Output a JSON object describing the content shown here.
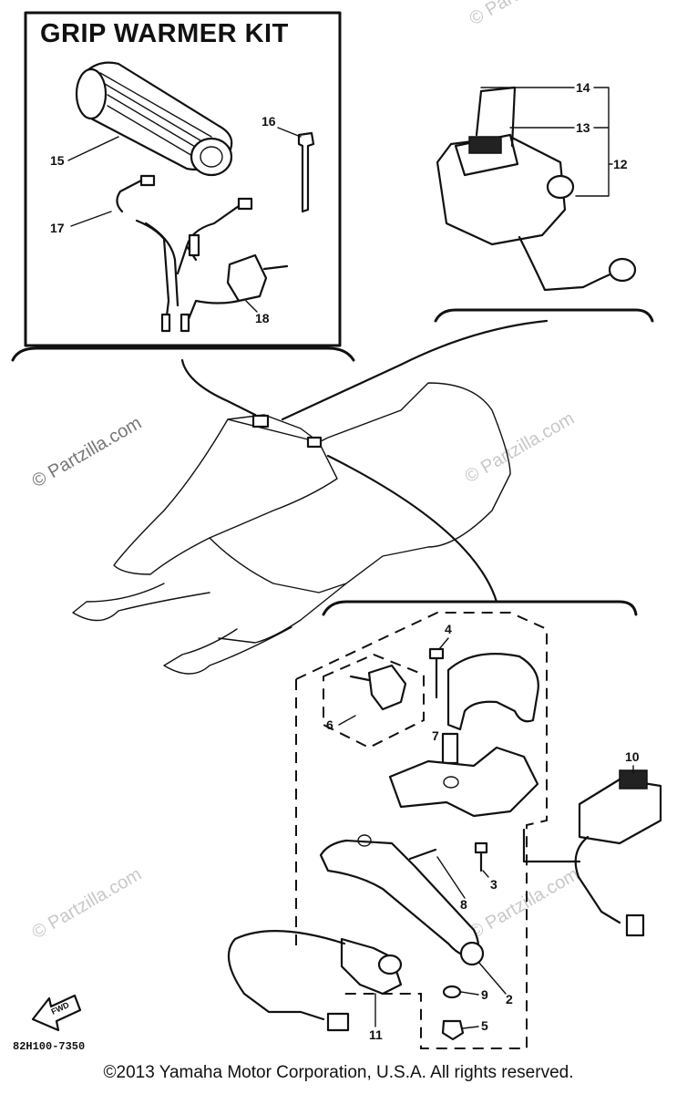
{
  "kit_title": "GRIP WARMER KIT",
  "diagram_code": "82H100-7350",
  "forward_label": "FWD",
  "copyright": "©2013 Yamaha Motor Corporation, U.S.A. All rights reserved.",
  "watermark": "© Partzilla.com",
  "callouts": {
    "c2": "2",
    "c3": "3",
    "c4": "4",
    "c5": "5",
    "c6": "6",
    "c7": "7",
    "c8": "8",
    "c9": "9",
    "c10": "10",
    "c11": "11",
    "c12": "12",
    "c13": "13",
    "c14": "14",
    "c15": "15",
    "c16": "16",
    "c17": "17",
    "c18": "18"
  }
}
